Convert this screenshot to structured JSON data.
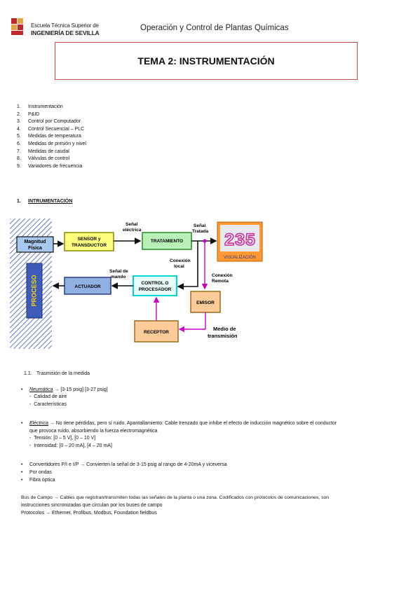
{
  "header": {
    "logo_line1": "Escuela Técnica Superior de",
    "logo_line2": "INGENIERÍA DE SEVILLA",
    "doc_title": "Operación y Control de Plantas Químicas",
    "topic_title": "TEMA 2: INSTRUMENTACIÓN"
  },
  "index": [
    {
      "num": "1.",
      "label": "Instrumentación"
    },
    {
      "num": "2.",
      "label": "P&ID"
    },
    {
      "num": "3.",
      "label": "Control por Computador"
    },
    {
      "num": "4.",
      "label": "Control Secuencial – PLC"
    },
    {
      "num": "5.",
      "label": "Medidas de temperatura"
    },
    {
      "num": "6.",
      "label": "Medidas de presión y nivel"
    },
    {
      "num": "7.",
      "label": "Medidas de caudal"
    },
    {
      "num": "8.",
      "label": "Válvulas de control"
    },
    {
      "num": "9.",
      "label": "Variadores de frecuencia"
    }
  ],
  "section1": {
    "num": "1.",
    "label": "INTRUMENTACIÓN"
  },
  "diagram": {
    "process": "PROCESO",
    "magnitude": [
      "Magnitud",
      "Física"
    ],
    "sensor": [
      "SENSOR y",
      "TRANSDUCTOR"
    ],
    "signal_electric": [
      "Señal",
      "eléctrica"
    ],
    "treatment": "TRATAMIENTO",
    "signal_treated": [
      "Señal",
      "Tratada"
    ],
    "display_digits": "235",
    "display_label": "VISUALIZACIÓN",
    "local_connection": [
      "Conexión",
      "local"
    ],
    "remote_connection": [
      "Conexión",
      "Remota"
    ],
    "control": [
      "CONTROL O",
      "PROCESADOR"
    ],
    "command_signal": [
      "Señal de",
      "mando"
    ],
    "actuator": "ACTUADOR",
    "emitter": "EMISOR",
    "receiver": "RECEPTOR",
    "medium": [
      "Medio de",
      "transmisión"
    ],
    "colors": {
      "process_blue": "#3d5bb8",
      "sensor_yellow": "#ffff80",
      "treatment_green": "#b8f0b8",
      "control_cyan": "#00d8d8",
      "actuator_blue": "#8fb0e0",
      "emitter_orange": "#ffcc99",
      "remote_magenta": "#cc00cc",
      "display_orange": "#ff9933"
    }
  },
  "subsection": {
    "num": "1.1.",
    "label": "Trasmisión de la medida"
  },
  "pneumatic": {
    "term": "Neumática",
    "rest": " → [3-15 psig] [3-27 psig]",
    "items": [
      "Calidad de aire",
      "Características"
    ]
  },
  "electric": {
    "term": "Eléctrica",
    "rest_line1": " → No tiene pérdidas, pero sí ruido. Apantallamiento: Cable trenzado que inhibe el efecto de inducción magnético sobre el conductor",
    "line2": "que provoca ruido, absorbiendo la fuerza electromagnética",
    "items": [
      "Tensión: [0 – 5 V], [0 – 10 V]",
      "Intensidad: [0 – 20 mA], [4 – 20 mA]"
    ]
  },
  "others": [
    "Convertidores P/I e I/P → Convierten la señal de 3-15 psig al rango de 4-20mA y viceversa",
    "Por ondas",
    "Fibra óptica"
  ],
  "fieldbus": {
    "line1": "Bus de Campo → Cables que registran/transmiten todas las señales de la planta o una zona. Codificados con protocolos de comunicaciones, son",
    "line2": "instrucciones sincronizadas que circulan por los buses de campo",
    "line3": "Protocolos → Ethernet, Profibus, Modbus, Foundation fieldbus"
  }
}
